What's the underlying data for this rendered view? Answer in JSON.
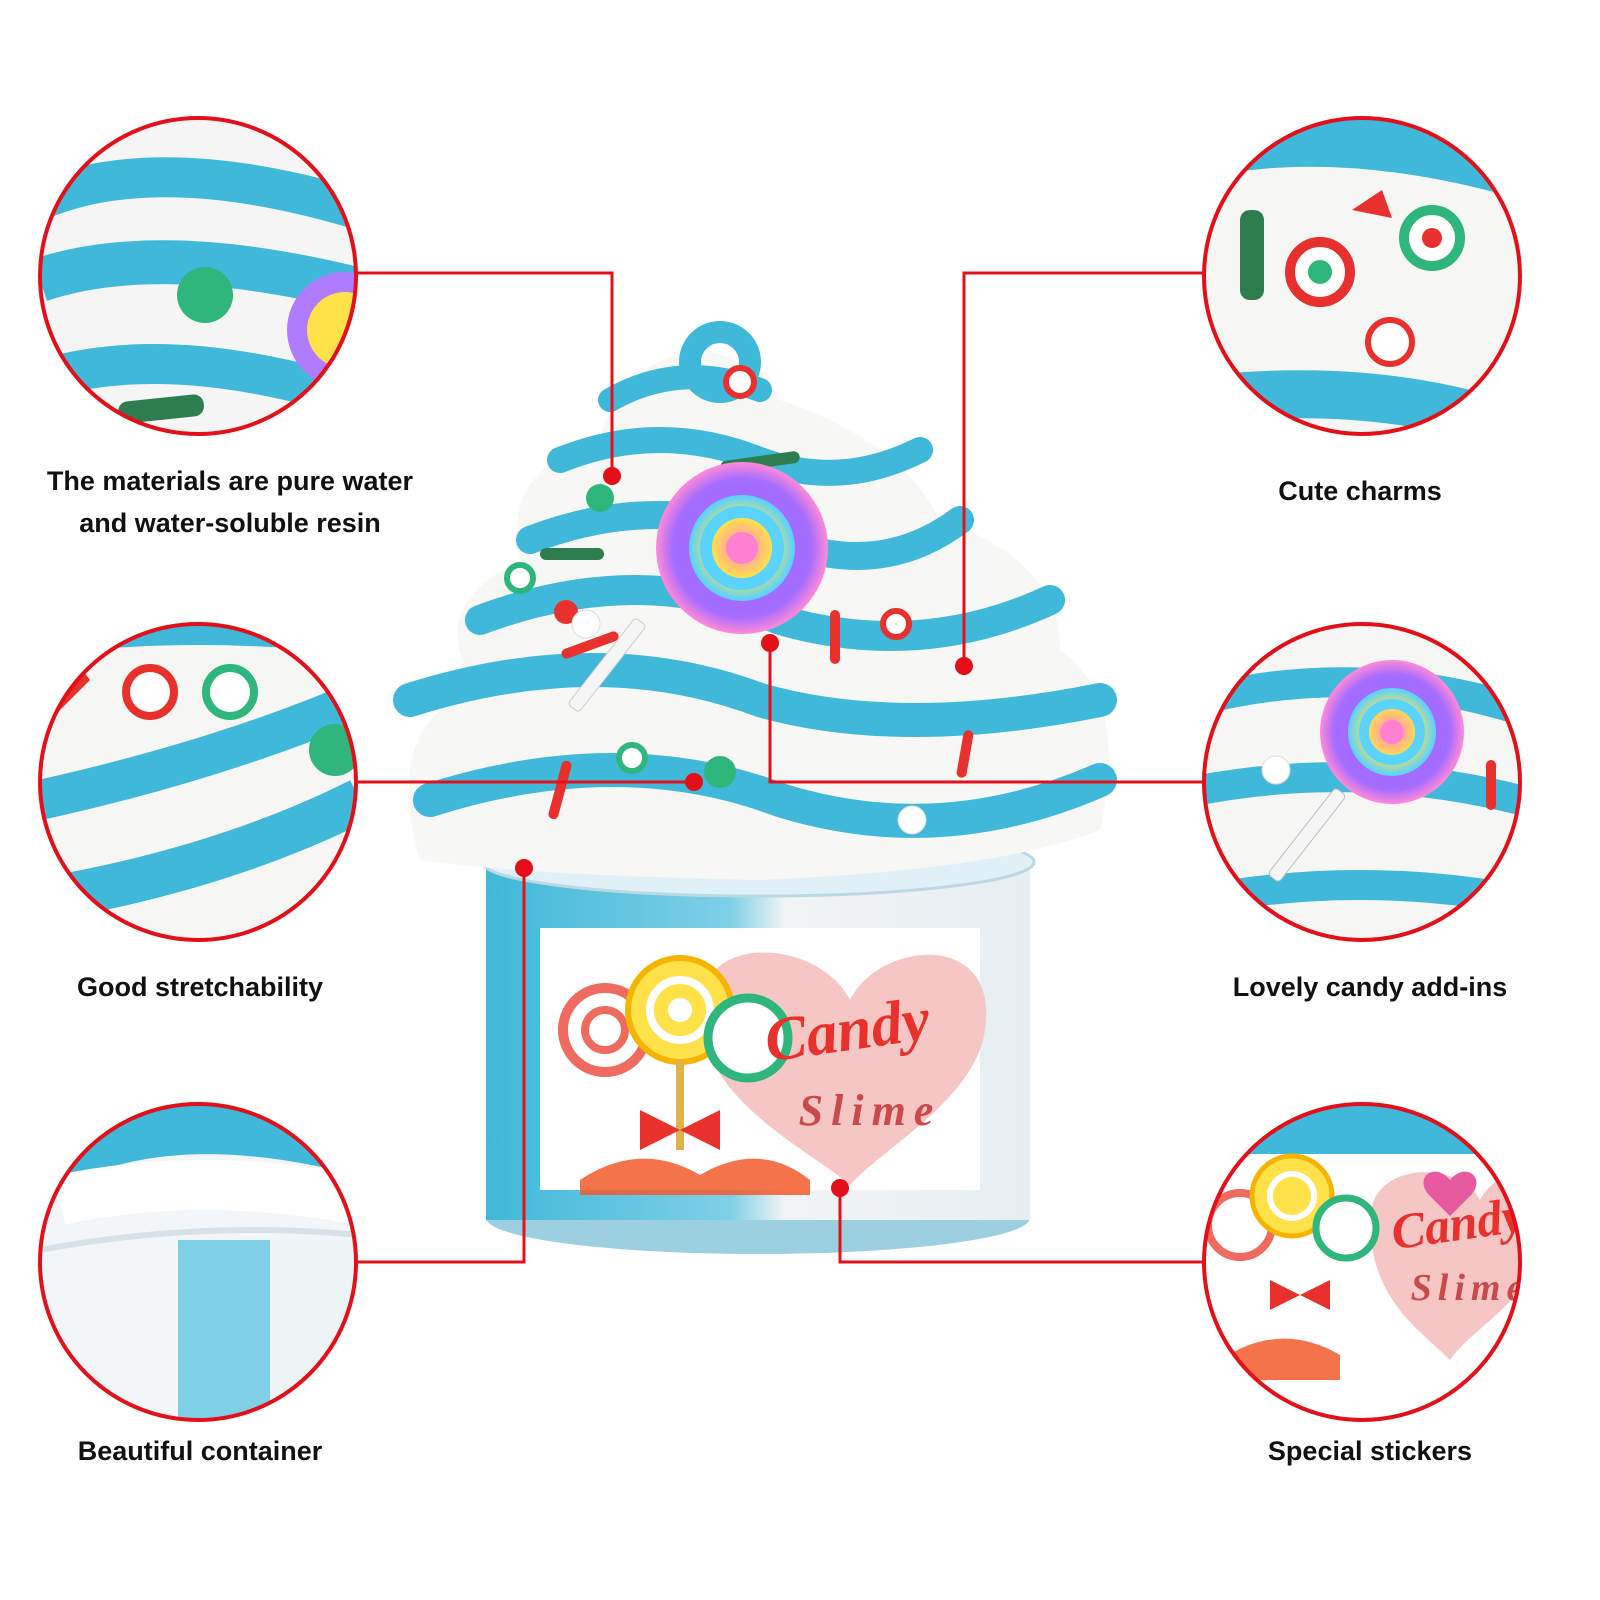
{
  "colors": {
    "callout_red": "#e3101a",
    "slime_blue": "#3fb8d9",
    "slime_white": "#f7f7f5",
    "charm_green": "#2eb67d",
    "charm_red": "#e8302c",
    "label_pink": "#f6c6c4"
  },
  "callouts": {
    "materials": {
      "line1": "The materials are pure water",
      "line2": "and water-soluble resin",
      "icon": "slime-swirl-closeup"
    },
    "charms": {
      "label": "Cute charms",
      "icon": "charms-closeup"
    },
    "stretch": {
      "label": "Good stretchability",
      "icon": "stretch-closeup"
    },
    "candy": {
      "label": "Lovely candy add-ins",
      "icon": "lollipop-closeup"
    },
    "container": {
      "label": "Beautiful container",
      "icon": "container-closeup"
    },
    "stickers": {
      "label": "Special stickers",
      "icon": "sticker-closeup"
    }
  },
  "jar_label": {
    "line1": "Candy",
    "line2": "Slime"
  }
}
